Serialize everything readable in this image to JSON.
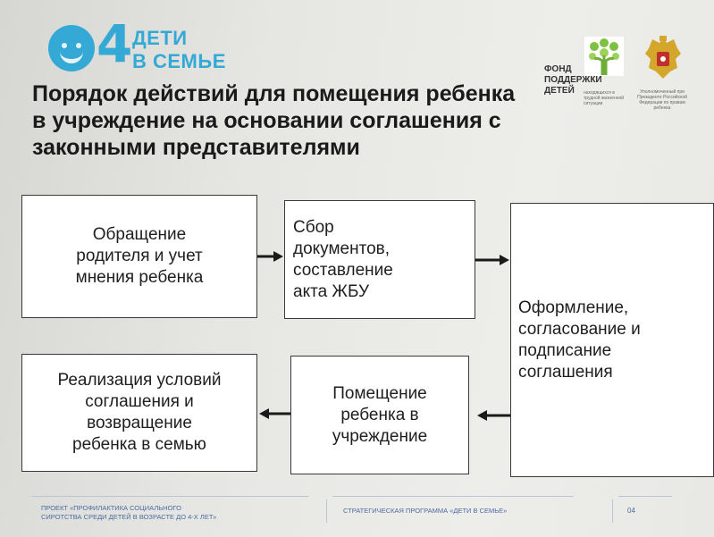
{
  "logo": {
    "text": "ДЕТИ\nВ СЕМЬЕ",
    "number": "4"
  },
  "fund": {
    "name": "ФОНД\nПОДДЕРЖКИ\nДЕТЕЙ",
    "subtitle": "находящихся в трудной жизненной ситуации"
  },
  "ombudsman": {
    "text": "Уполномоченный при Президенте Российской Федерации по правам ребенка"
  },
  "title": "Порядок действий для помещения ребенка в учреждение на основании соглашения с законными представителями",
  "steps": {
    "appeal": "Обращение\nродителя и учет\nмнения ребенка",
    "documents": "Сбор\nдокументов,\nсоставление\nакта ЖБУ",
    "agreement": "Оформление,\nсогласование и\nподписание\nсоглашения",
    "placement": "Помещение\nребенка в\nучреждение",
    "implementation": "Реализация условий\nсоглашения и\nвозвращение\nребенка в семью"
  },
  "footer": {
    "project": "ПРОЕКТ «ПРОФИЛАКТИКА СОЦИАЛЬНОГО\nСИРОТСТВА СРЕДИ ДЕТЕЙ В ВОЗРАСТЕ ДО 4-Х ЛЕТ»",
    "program": "СТРАТЕГИЧЕСКАЯ ПРОГРАММА «ДЕТИ В СЕМЬЕ»",
    "page": "04"
  },
  "colors": {
    "brand_blue": "#35a9d6",
    "fund_green": "#7cc142",
    "text": "#1c1c1c",
    "footer_blue": "#4d6aa6"
  }
}
